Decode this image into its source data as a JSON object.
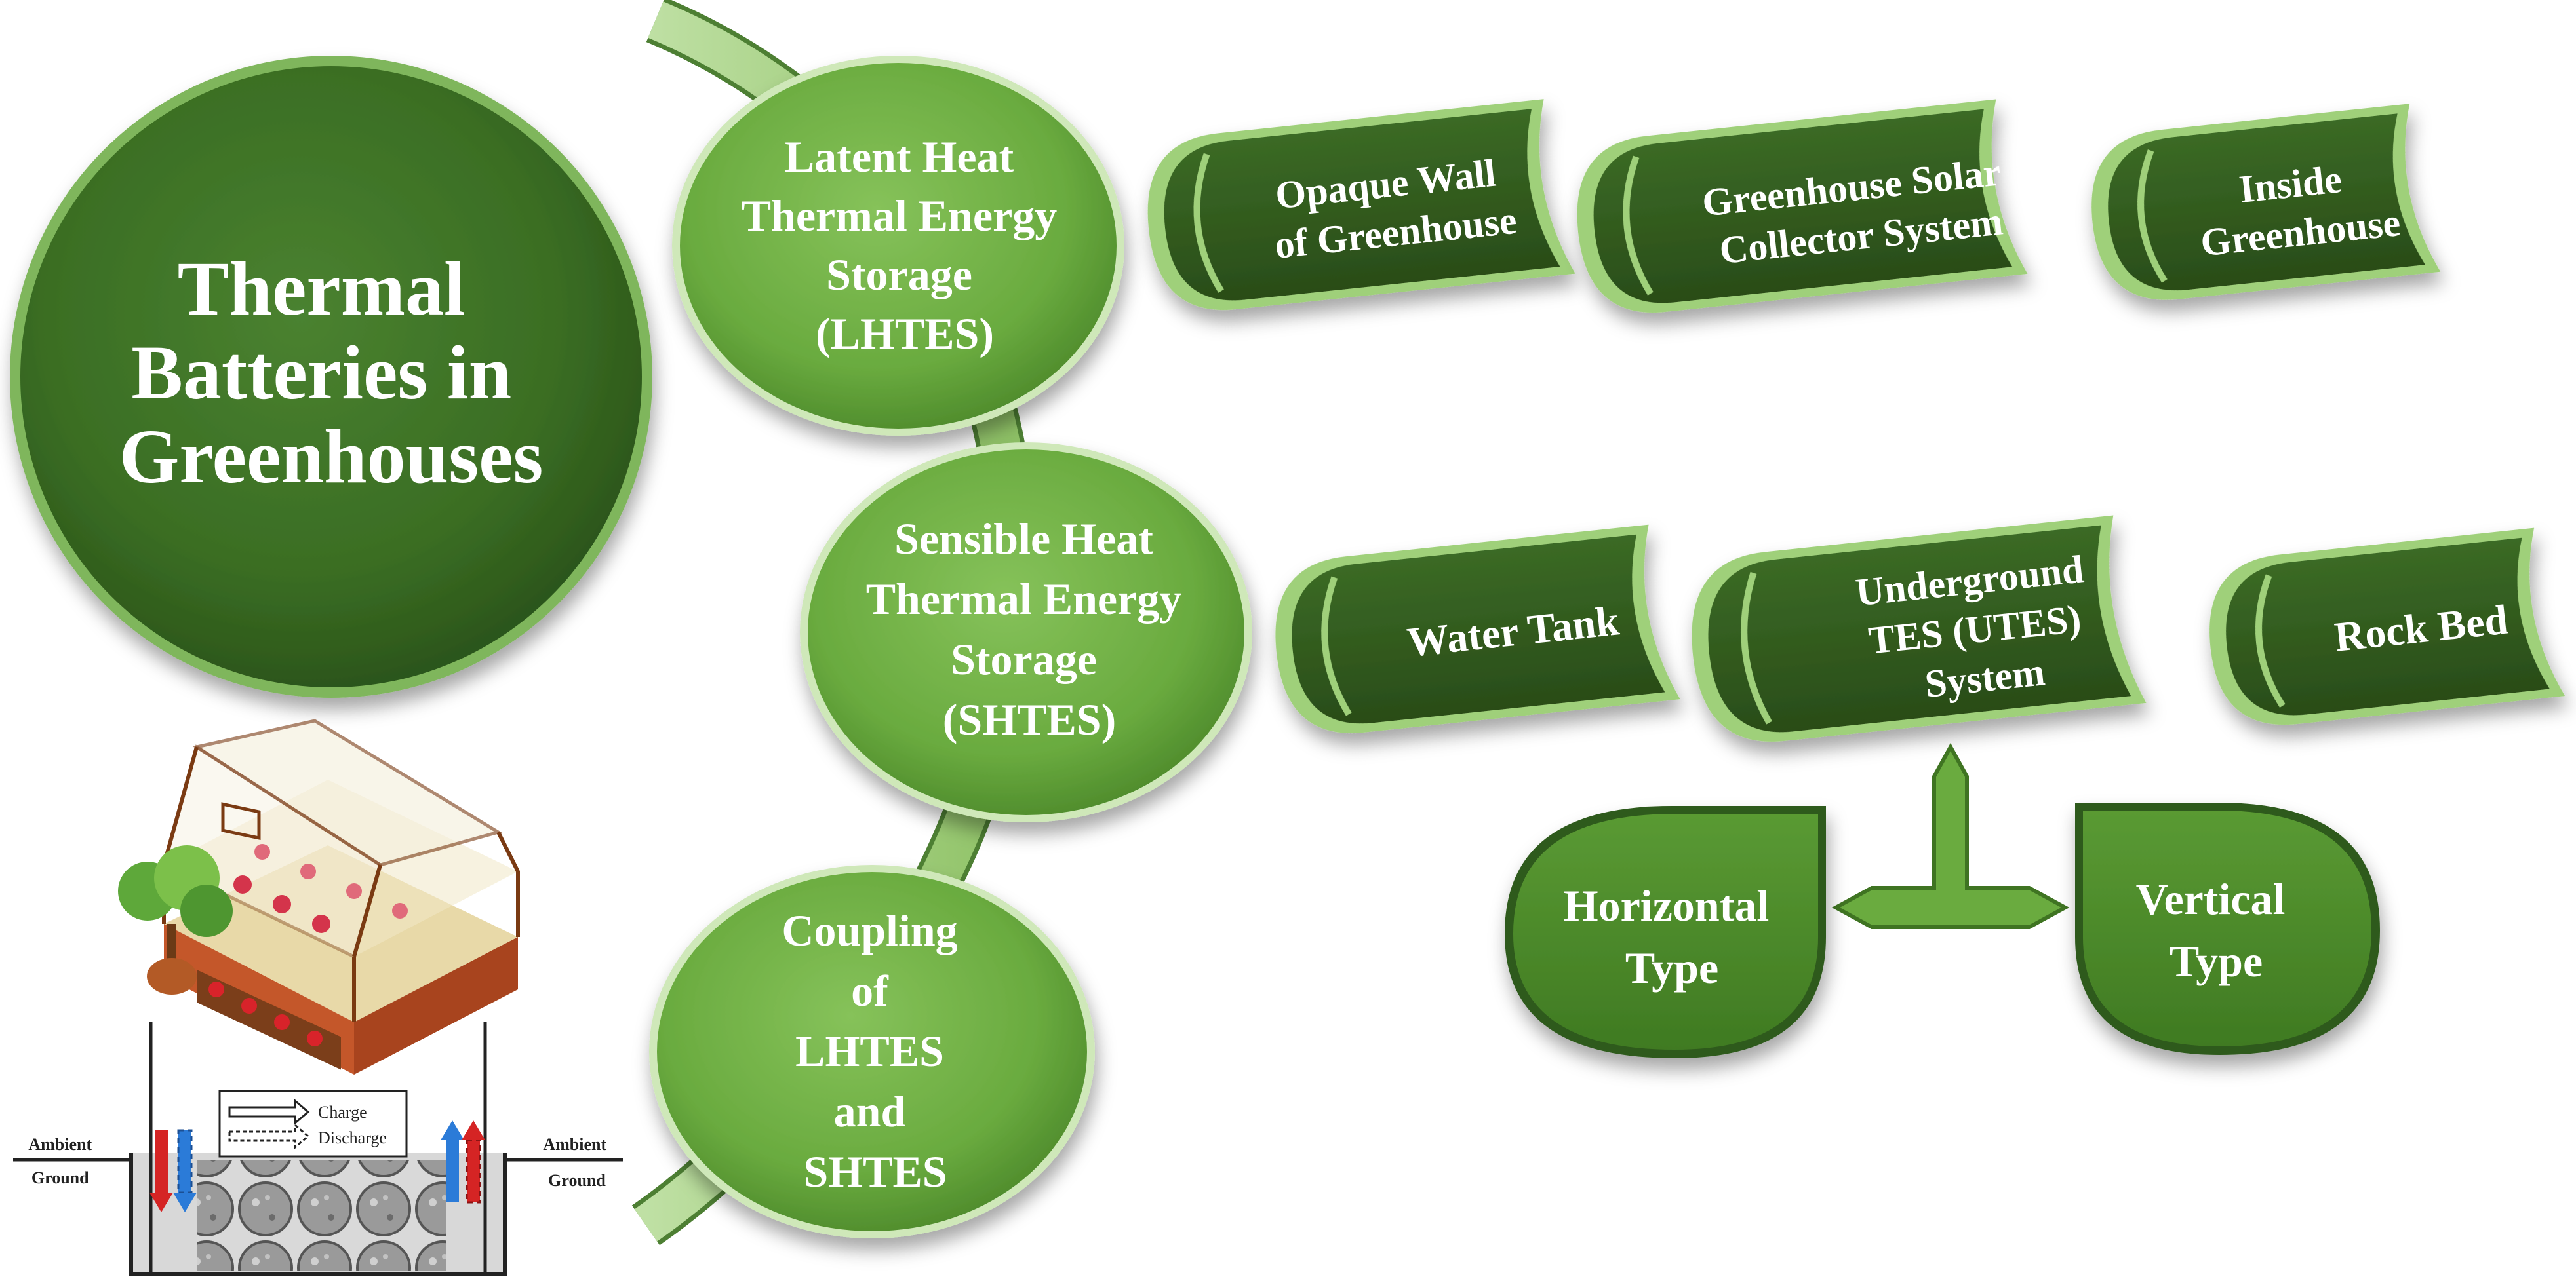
{
  "colors": {
    "dark_green": "#2f5a1e",
    "mid_green": "#4f8a2c",
    "light_green": "#6fb046",
    "pale_green": "#a5cf86",
    "bright_green": "#78b94a",
    "text_light": "#ffffff"
  },
  "root": {
    "lines": [
      "Thermal",
      "Batteries in",
      "Greenhouses"
    ]
  },
  "categories": [
    {
      "key": "lhtes",
      "lines": [
        "Latent Heat",
        "Thermal Energy",
        "Storage",
        "(LHTES)"
      ]
    },
    {
      "key": "shtes",
      "lines": [
        "Sensible Heat",
        "Thermal Energy",
        "Storage",
        "(SHTES)"
      ]
    },
    {
      "key": "coupling",
      "lines": [
        "Coupling",
        "of",
        "LHTES",
        "and",
        "SHTES"
      ]
    }
  ],
  "lhtes_items": [
    {
      "lines": [
        "Opaque Wall",
        "of Greenhouse"
      ]
    },
    {
      "lines": [
        "Greenhouse Solar",
        "Collector System"
      ]
    },
    {
      "lines": [
        "Inside",
        "Greenhouse"
      ]
    }
  ],
  "shtes_items": [
    {
      "lines": [
        "Water Tank"
      ]
    },
    {
      "lines": [
        "Underground",
        "TES (UTES)",
        "System"
      ]
    },
    {
      "lines": [
        "Rock Bed"
      ]
    }
  ],
  "utes_types": [
    {
      "lines": [
        "Horizontal",
        "Type"
      ]
    },
    {
      "lines": [
        "Vertical",
        "Type"
      ]
    }
  ],
  "illustration": {
    "legend_charge": "Charge",
    "legend_discharge": "Discharge",
    "left_label_top": "Ambient",
    "left_label_bottom": "Ground",
    "right_label_top": "Ambient",
    "right_label_bottom": "Ground"
  }
}
